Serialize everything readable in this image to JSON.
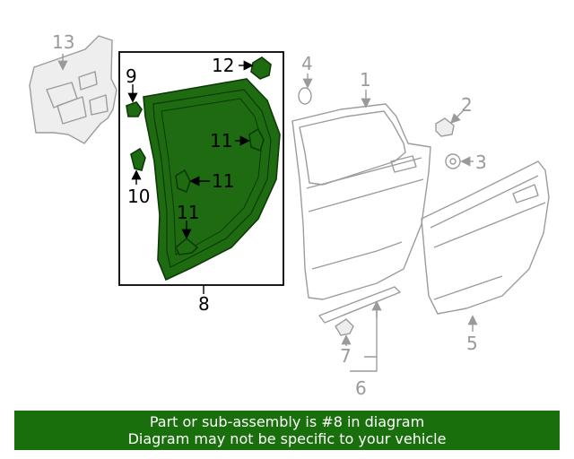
{
  "callouts": {
    "c1": "1",
    "c2": "2",
    "c3": "3",
    "c4": "4",
    "c5": "5",
    "c6": "6",
    "c7": "7",
    "c8": "8",
    "c9": "9",
    "c10": "10",
    "c11a": "11",
    "c11b": "11",
    "c11c": "11",
    "c12": "12",
    "c13": "13"
  },
  "banner": {
    "line1": "Part or sub-assembly is #8 in diagram",
    "line2": "Diagram may not be specific to your vehicle"
  },
  "colors": {
    "highlight_green": "#1e6b12",
    "banner_green": "#1a6f0d",
    "outline_grey": "#9c9c9c"
  }
}
